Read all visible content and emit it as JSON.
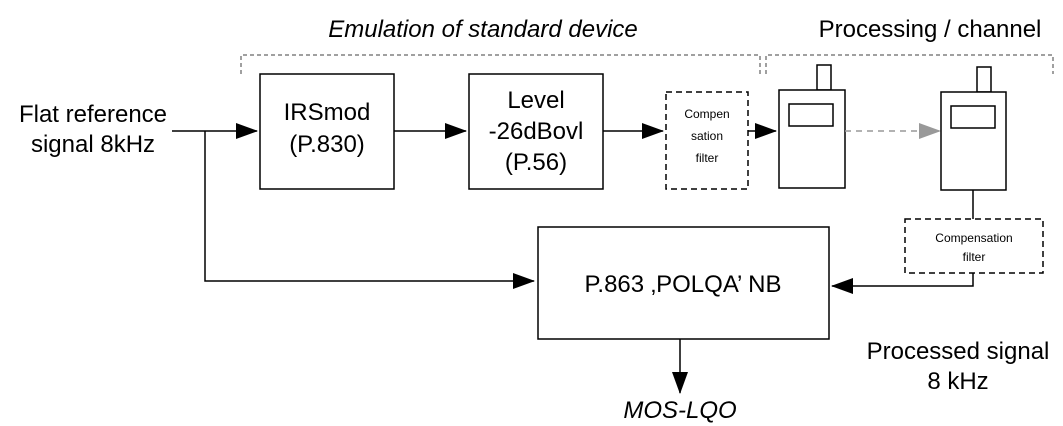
{
  "header": {
    "emulation_label": "Emulation of standard device",
    "processing_label": "Processing / channel"
  },
  "input": {
    "line1": "Flat reference",
    "line2": "signal 8kHz"
  },
  "blocks": {
    "irsmod": {
      "line1": "IRSmod",
      "line2": "(P.830)"
    },
    "level": {
      "line1": "Level",
      "line2": "-26dBovl",
      "line3": "(P.56)"
    },
    "comp_filter_1": {
      "line1": "Compen",
      "line2": "sation",
      "line3": "filter"
    },
    "comp_filter_2": {
      "line1": "Compensation",
      "line2": "filter"
    },
    "polqa": {
      "label": "P.863 ‚POLQA’ NB"
    }
  },
  "output": {
    "processed_line1": "Processed signal",
    "processed_line2": "8 kHz",
    "mos_label": "MOS-LQO"
  },
  "colors": {
    "stroke": "#000000",
    "dashed_bracket": "#808080",
    "gray_arrow": "#999999"
  }
}
